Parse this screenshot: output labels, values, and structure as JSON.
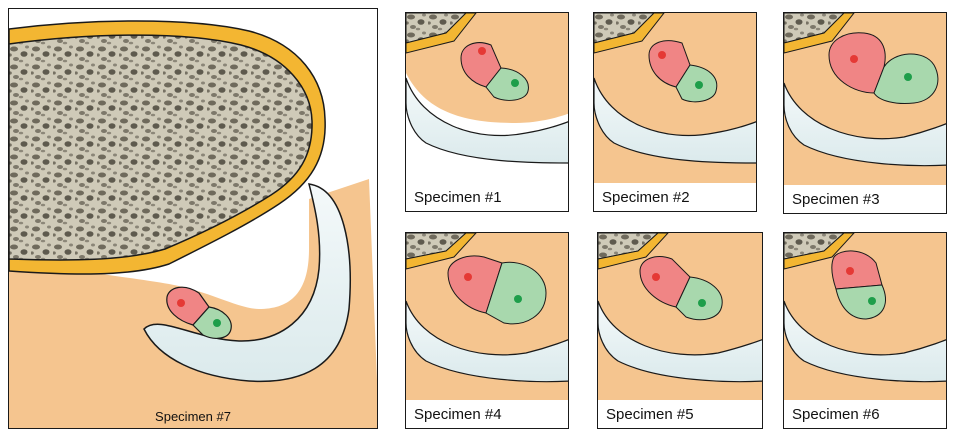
{
  "figure": {
    "main_panel": {
      "caption": "Specimen #7"
    },
    "panels": [
      {
        "caption": "Specimen #1"
      },
      {
        "caption": "Specimen #2"
      },
      {
        "caption": "Specimen #3"
      },
      {
        "caption": "Specimen #4"
      },
      {
        "caption": "Specimen #5"
      },
      {
        "caption": "Specimen #6"
      }
    ],
    "colors": {
      "cortex_yellow": "#f3b632",
      "soft_tissue_orange": "#f5c58f",
      "cartilage_white": "#e8f2f3",
      "red_region": "#f08585",
      "red_dot": "#e53935",
      "green_region": "#a8d8ad",
      "green_dot": "#1e9e4a",
      "bone_texture": "#c9c6b5",
      "outline": "#1a1a1a"
    }
  }
}
